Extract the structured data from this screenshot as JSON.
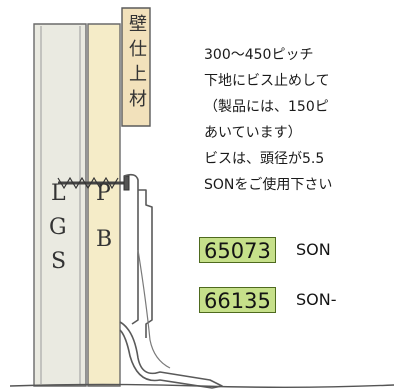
{
  "diagram": {
    "labels": {
      "finish_material": [
        "壁",
        "仕",
        "上",
        "材"
      ],
      "lgs": [
        "L",
        "G",
        "S"
      ],
      "pb": [
        "P",
        "B"
      ]
    }
  },
  "description": {
    "lines": [
      "300～450ピッチ",
      "下地にビス止めして",
      "（製品には、150ピ",
      " あいています）",
      "ビスは、頭径が5.5",
      "SONをご使用下さい"
    ]
  },
  "products": [
    {
      "code": "65073",
      "name": "SON"
    },
    {
      "code": "66135",
      "name": "SON-"
    }
  ],
  "colors": {
    "code_highlight": "#c6e08a",
    "code_border": "#4e6a1e",
    "lgs_fill": "#eaeae1",
    "pb_fill": "#f5ecc8",
    "finish_fill": "#f2e1bb"
  }
}
